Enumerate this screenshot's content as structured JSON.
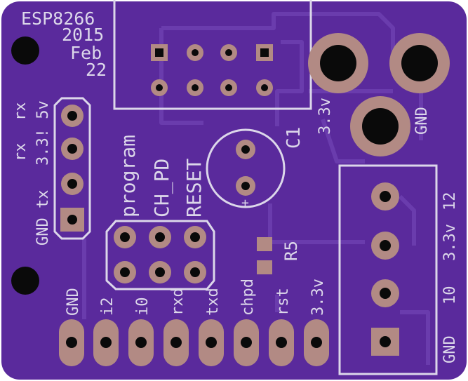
{
  "colors": {
    "soldermask": "#5a2a9c",
    "silkscreen": "#dcd7ea",
    "copper_pad": "#b28a84",
    "trace": "#6a3cad",
    "hole": "#0a0a0a",
    "board_edge": "#ffffff"
  },
  "board": {
    "title": "ESP8266",
    "year": "2015",
    "month": "Feb",
    "day": "22"
  },
  "left_header": {
    "label_rx": "rx",
    "label_rx2": "rx",
    "label_33_5v": "3.3! 5v",
    "label_gnd_tx": "GND tx"
  },
  "switch_labels": {
    "program": "program",
    "ch_pd": "CH_PD",
    "reset": "RESET"
  },
  "capacitor": {
    "name": "C1",
    "polarity": "+"
  },
  "resistor": {
    "name": "R5"
  },
  "power_labels": {
    "v33": "3.3v",
    "gnd": "GND"
  },
  "bottom_header": {
    "pins": [
      "GND",
      "i2",
      "i0",
      "rxd",
      "txd",
      "chpd",
      "rst",
      "3.3v"
    ]
  },
  "right_terminal": {
    "labels": [
      "12",
      "3.3v",
      "10",
      "GND"
    ]
  },
  "icons": [
    "mounting-hole-icon"
  ]
}
